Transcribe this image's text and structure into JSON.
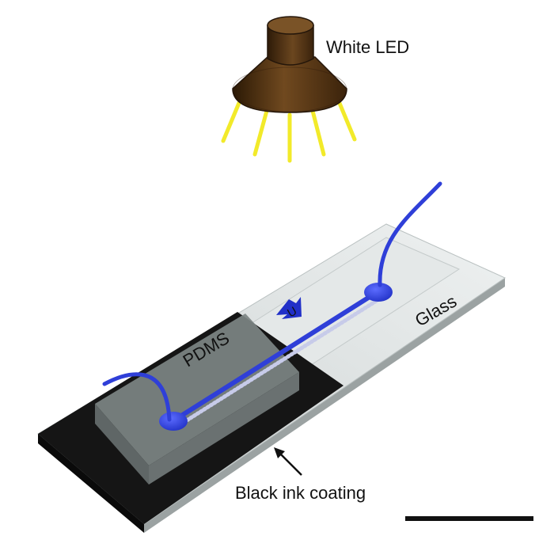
{
  "labels": {
    "light_source": "White LED",
    "chip_material": "PDMS",
    "substrate": "Glass",
    "flow_symbol": "U",
    "coating": "Black ink coating"
  },
  "colors": {
    "led_body": "#4a2e12",
    "light_rays": "#f2ea2a",
    "tubing": "#2f3fd8",
    "glass": "#d9dedd",
    "pdms": "#7d8584",
    "black_coating": "#151515"
  }
}
